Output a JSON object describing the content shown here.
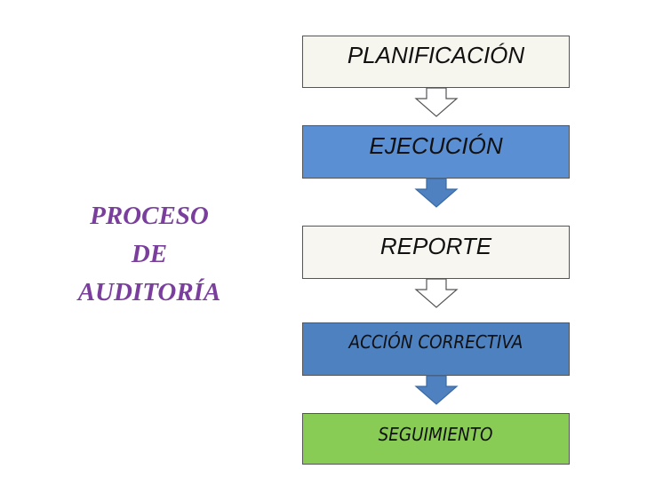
{
  "title": {
    "line1": "PROCESO",
    "line2": "DE",
    "line3": "AUDITORÍA"
  },
  "steps": [
    {
      "label": "PLANIFICACIÓN",
      "fill": "#f6f5ee"
    },
    {
      "label": "EJECUCIÓN",
      "fill": "#5b8fd4"
    },
    {
      "label": "REPORTE",
      "fill": "#f7f6f1"
    },
    {
      "label": "ACCIÓN CORRECTIVA",
      "fill": "#4e81c0"
    },
    {
      "label": "SEGUIMIENTO",
      "fill": "#88cc55"
    }
  ],
  "connectors": [
    {
      "style": "outline",
      "fill": "#ffffff"
    },
    {
      "style": "solid",
      "fill": "#4f81c0"
    },
    {
      "style": "outline",
      "fill": "#ffffff"
    },
    {
      "style": "solid",
      "fill": "#4f81c0"
    }
  ],
  "colors": {
    "title": "#7a3f9d",
    "border": "#555555"
  }
}
